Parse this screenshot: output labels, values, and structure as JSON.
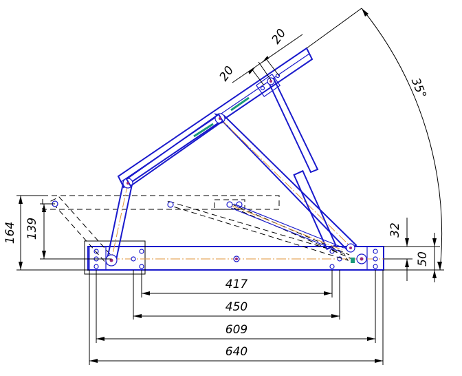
{
  "dimensions": {
    "d640": "640",
    "d609": "609",
    "d450": "450",
    "d417": "417",
    "d164": "164",
    "d139": "139",
    "d32": "32",
    "d50": "50",
    "d20a": "20",
    "d20b": "20",
    "angle": "35°"
  },
  "colors": {
    "outline": "#1a1acc",
    "centerline": "#e0963a",
    "pin": "#9c2a7a",
    "accent": "#1a9a7a",
    "dimension": "#000000"
  }
}
